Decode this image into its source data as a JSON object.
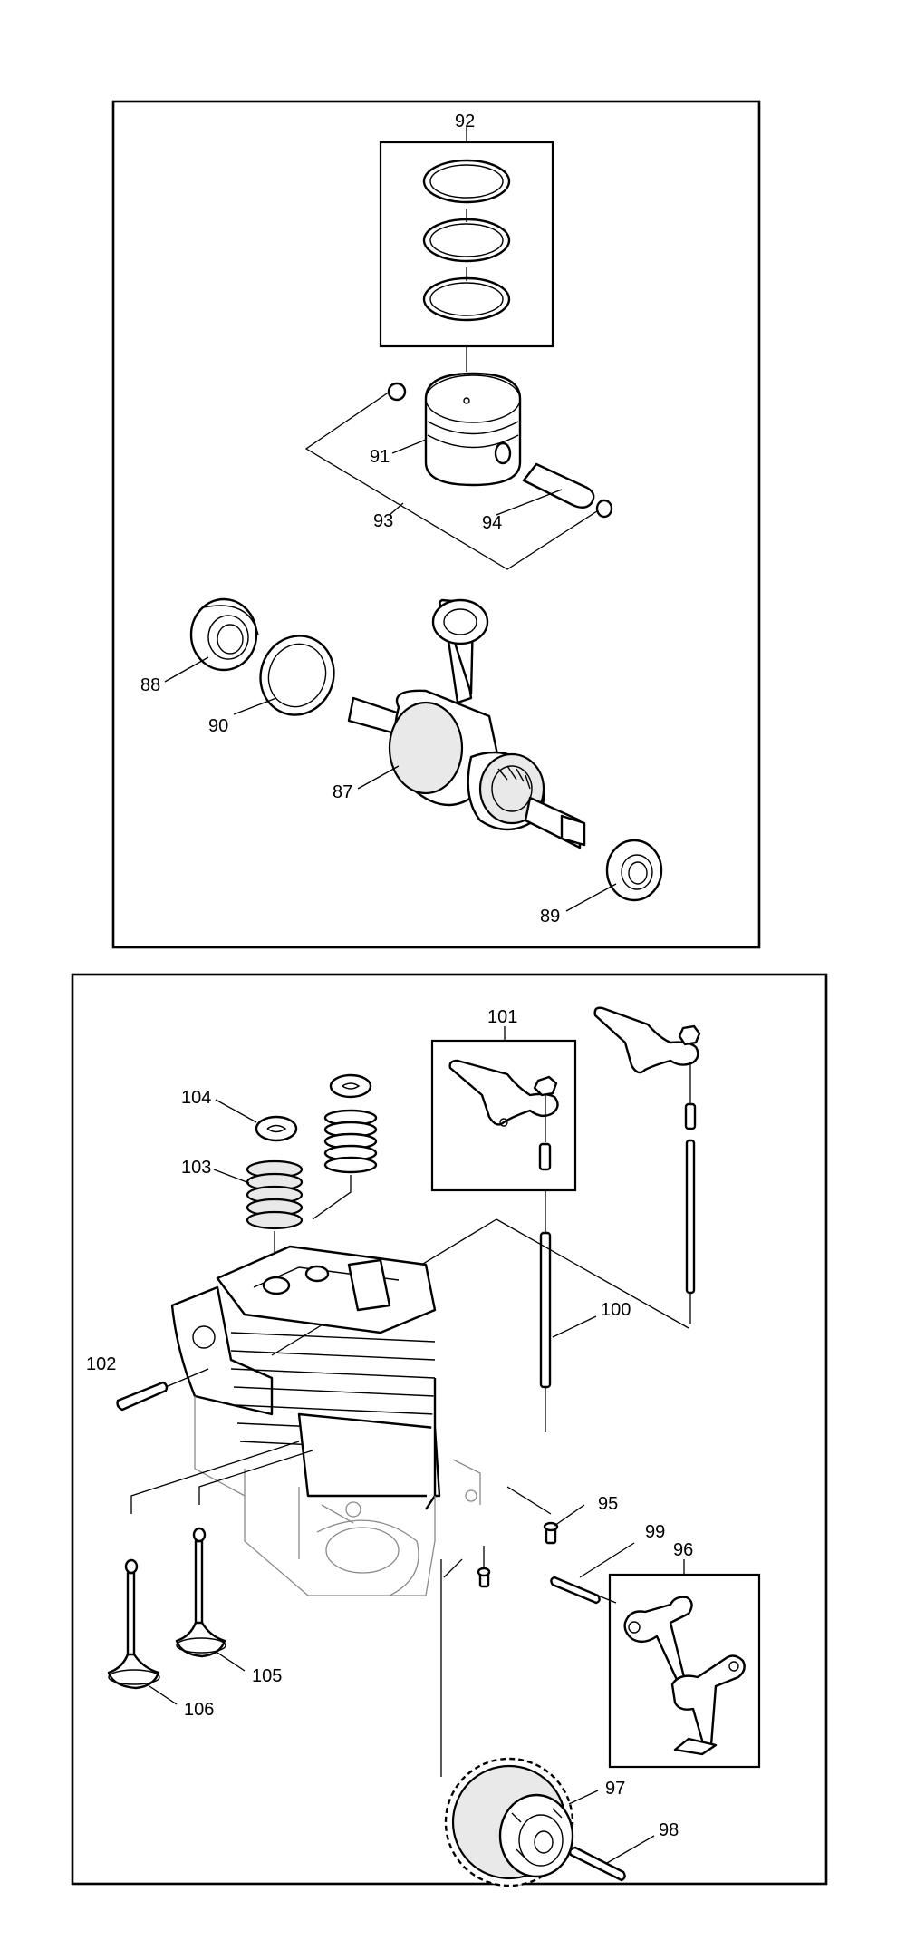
{
  "callouts": {
    "p87": "87",
    "p88": "88",
    "p89": "89",
    "p90": "90",
    "p91": "91",
    "p92": "92",
    "p93": "93",
    "p94": "94",
    "p95": "95",
    "p96": "96",
    "p97": "97",
    "p98": "98",
    "p99": "99",
    "p100": "100",
    "p101": "101",
    "p102": "102",
    "p103": "103",
    "p104": "104",
    "p105": "105",
    "p106": "106"
  }
}
